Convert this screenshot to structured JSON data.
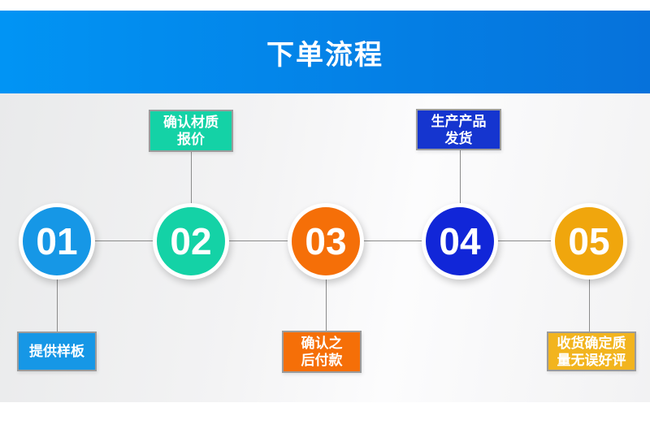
{
  "banner": {
    "title": "下单流程",
    "gradient_left": "#0194F4",
    "gradient_right": "#0672DB",
    "text_color": "#FFFFFF"
  },
  "connector_color": "#8B8B8B",
  "steps": [
    {
      "number": "01",
      "circle_color": "#1697E6",
      "label": "提供样板",
      "label_position": "below",
      "label_color": "#1697E6"
    },
    {
      "number": "02",
      "circle_color": "#14D2A6",
      "label": "确认材质\n报价",
      "label_position": "above",
      "label_color": "#14D2A6"
    },
    {
      "number": "03",
      "circle_color": "#F56F08",
      "label": "确认之\n后付款",
      "label_position": "below",
      "label_color": "#F56F08"
    },
    {
      "number": "04",
      "circle_color": "#1126D8",
      "label": "生产产品\n发货",
      "label_position": "above",
      "label_color": "#1535CF"
    },
    {
      "number": "05",
      "circle_color": "#F0A60D",
      "label": "收货确定质\n量无误好评",
      "label_position": "below",
      "label_color": "#F2B41E"
    }
  ]
}
